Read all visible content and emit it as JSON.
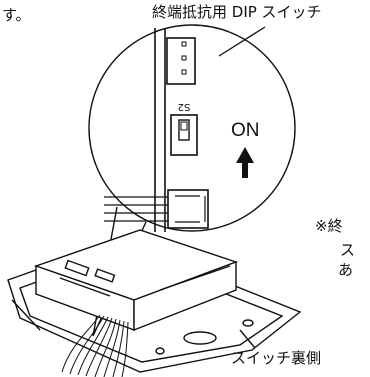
{
  "labels": {
    "top_left": "す。",
    "title": "終端抵抗用 DIP スイッチ",
    "on": "ON",
    "switch_marking": "S2",
    "right_line1": "※終",
    "right_line2": "ス",
    "right_line3": "あ",
    "bottom": "スイッチ裏側"
  },
  "icons": [
    "up-arrow-icon"
  ],
  "colors": {
    "line": "#111111",
    "background": "#ffffff"
  }
}
